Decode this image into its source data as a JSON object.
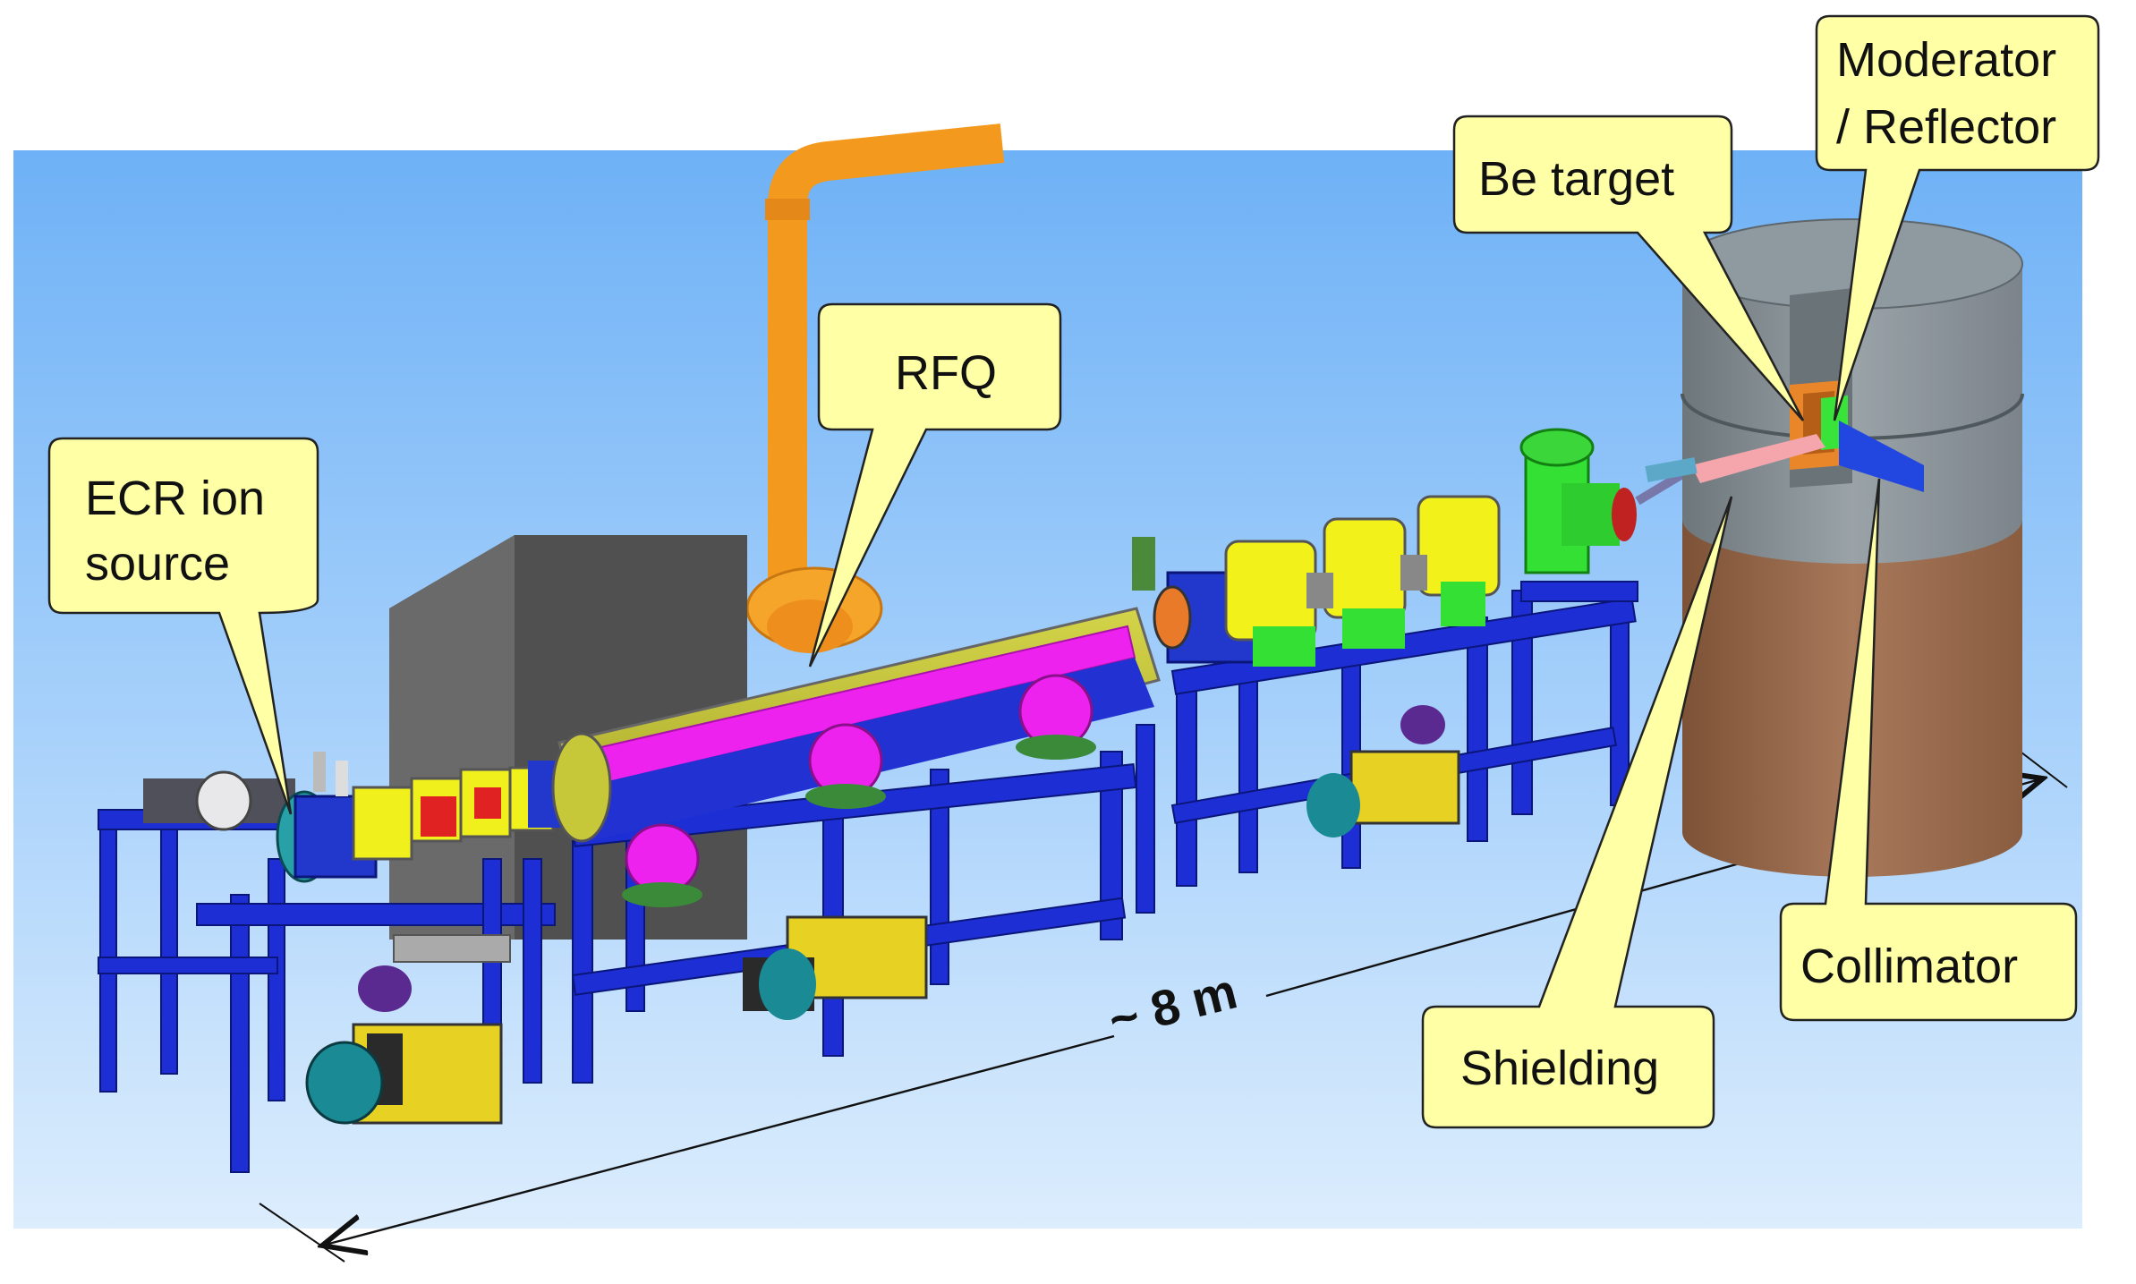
{
  "labels": {
    "ecr_line1": "ECR ion",
    "ecr_line2": "source",
    "rfq": "RFQ",
    "be_target": "Be target",
    "moderator_line1": "Moderator",
    "moderator_line2": "/ Reflector",
    "collimator": "Collimator",
    "shielding": "Shielding",
    "dimension": "~ 8 m"
  },
  "colors": {
    "sky_top": "#6fb3f7",
    "sky_bottom": "#d9ecfd",
    "callout_fill": "#ffffa6",
    "frame_blue": "#1d2fd8",
    "magnet_yellow": "#f2f21a",
    "rfq_magenta": "#ee22ee",
    "rfq_olive": "#c9c93a",
    "pipe_orange": "#f59a1f",
    "cabinet_gray": "#545454",
    "shield_gray": "#8c969c",
    "shield_brown": "#9e6f4b",
    "green_part": "#33e033"
  }
}
